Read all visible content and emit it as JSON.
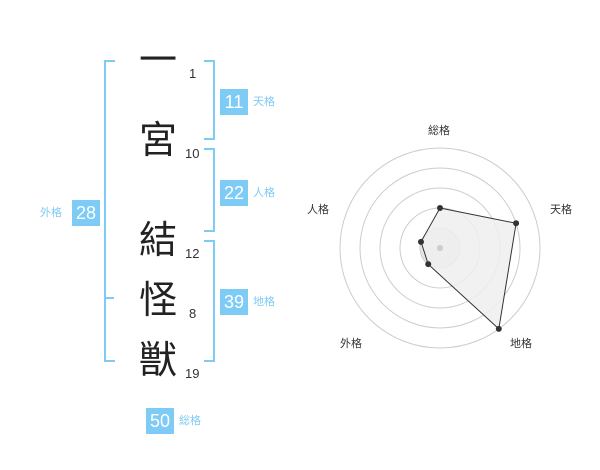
{
  "name": {
    "chars": [
      {
        "char": "一",
        "strokes": "1"
      },
      {
        "char": "宮",
        "strokes": "10"
      },
      {
        "char": "結",
        "strokes": "12"
      },
      {
        "char": "怪",
        "strokes": "8"
      },
      {
        "char": "獣",
        "strokes": "19"
      }
    ]
  },
  "fortunes": {
    "tenkaku": {
      "value": "11",
      "label": "天格"
    },
    "jinkaku": {
      "value": "22",
      "label": "人格"
    },
    "chikaku": {
      "value": "39",
      "label": "地格"
    },
    "gaikaku": {
      "value": "28",
      "label": "外格"
    },
    "soukaku": {
      "value": "50",
      "label": "総格"
    }
  },
  "chart_data": {
    "type": "radar",
    "axes": [
      "総格",
      "天格",
      "地格",
      "外格",
      "人格"
    ],
    "values": [
      2,
      4,
      5,
      1,
      1
    ],
    "max": 5,
    "grid": true
  },
  "colors": {
    "accent": "#7ecbf5",
    "radar_fill": "#eeeeee",
    "radar_stroke": "#333333"
  }
}
